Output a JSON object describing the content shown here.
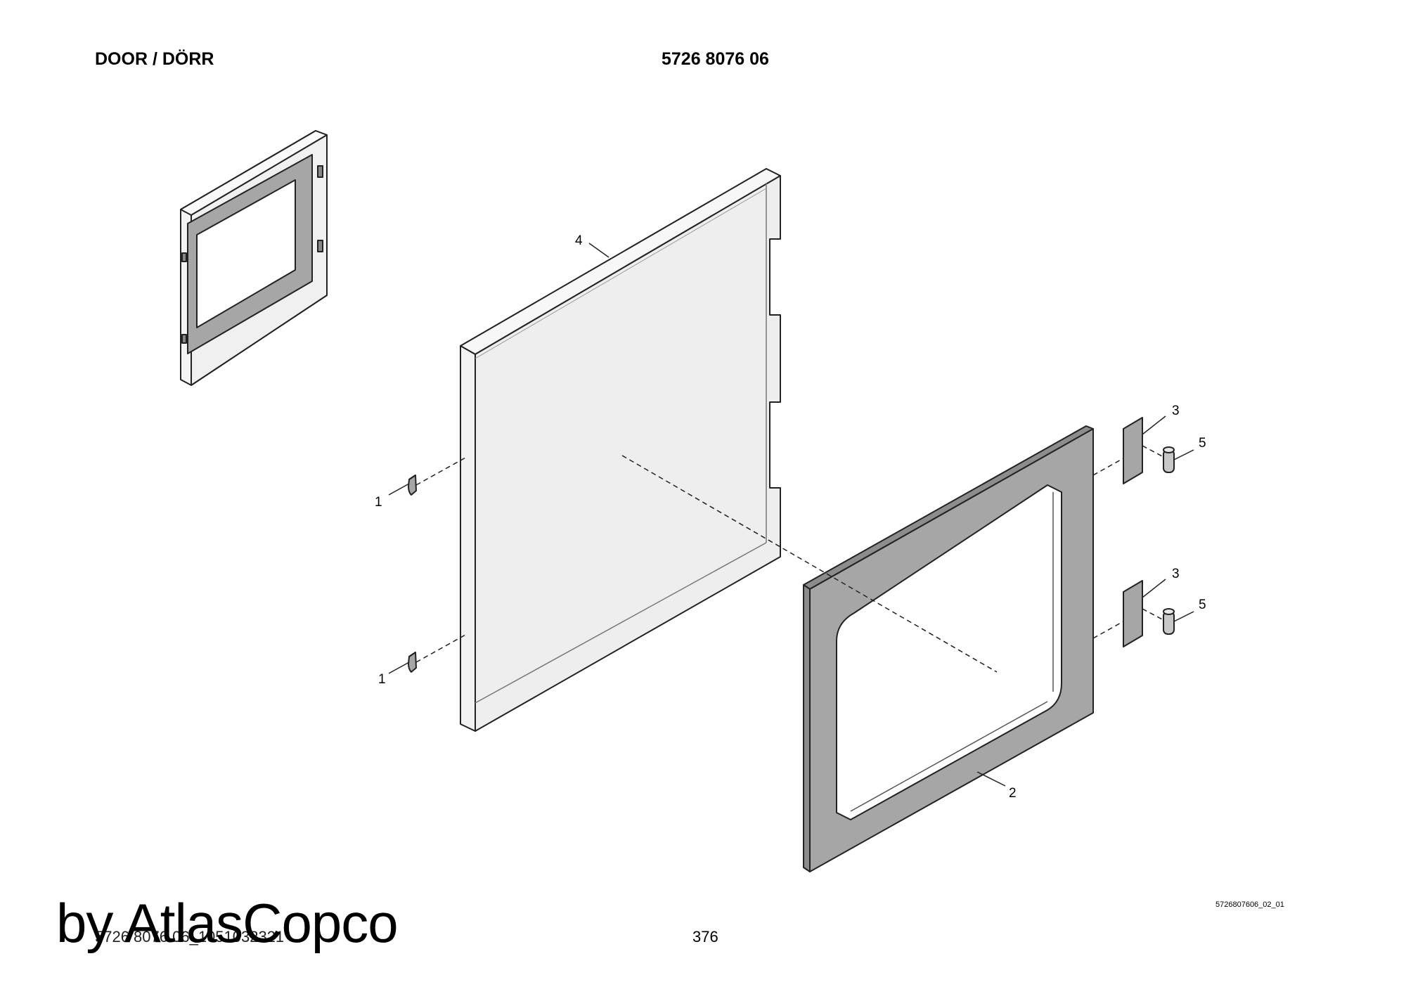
{
  "header": {
    "title": "DOOR / DÖRR",
    "part_number": "5726 8076 06"
  },
  "callouts": {
    "c1a": "1",
    "c1b": "1",
    "c2": "2",
    "c3a": "3",
    "c3b": "3",
    "c4": "4",
    "c5a": "5",
    "c5b": "5"
  },
  "drawing_ref": "5726807606_02_01",
  "footer": {
    "doc_id": "5726 8076 06_1051032321",
    "page": "376"
  },
  "watermark": "by AtlasCopco",
  "colors": {
    "panel_fill": "#eeeeee",
    "frame_fill": "#a6a6a6",
    "line": "#222222"
  }
}
